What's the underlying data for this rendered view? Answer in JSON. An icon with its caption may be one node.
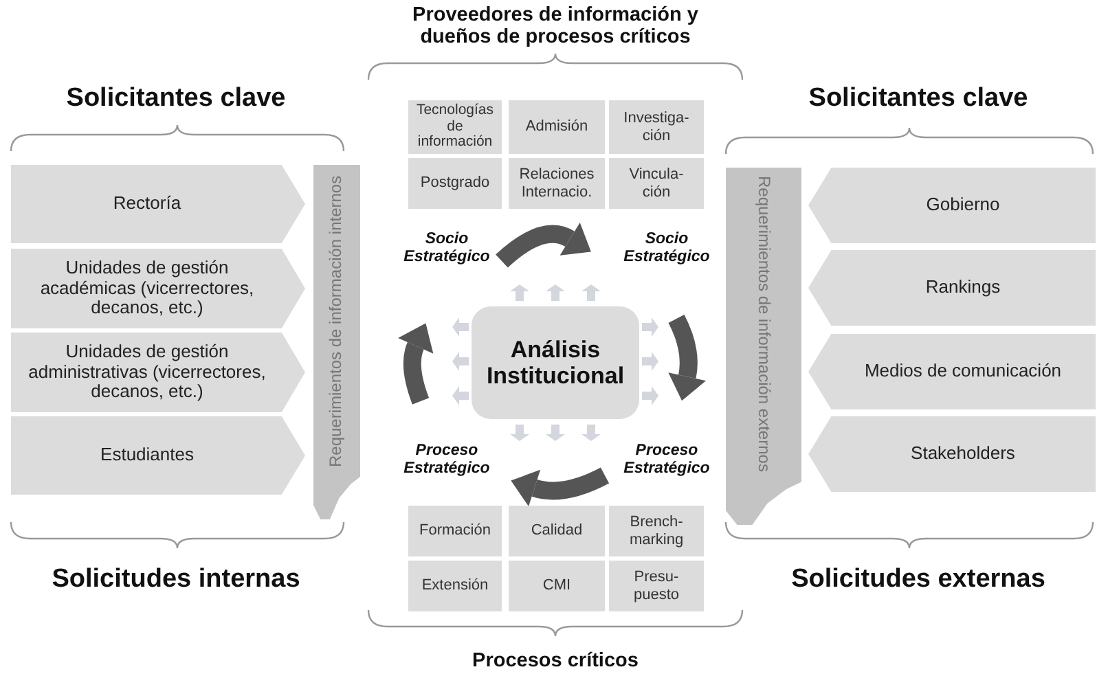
{
  "diagram": {
    "nodes": [
      {
        "text": [
          "Rectoría"
        ]
      },
      {
        "text": [
          "Unidades de gestión académicas (vicerrectores, decanos, etc.)"
        ]
      },
      {
        "text": [
          "Unidades de gestión administrativas (vicerrectores, decanos, etc.)"
        ]
      },
      {
        "text": [
          "Estudiantes"
        ]
      },
      {
        "text": [
          "Requerimientos de información internos"
        ]
      },
      {
        "text": [
          "Tecnologías de información"
        ]
      },
      {
        "text": [
          "Admisión"
        ]
      },
      {
        "text": [
          "Investiga- ción"
        ]
      },
      {
        "text": [
          "Postgrado"
        ]
      },
      {
        "text": [
          "Relaciones Internacio."
        ]
      },
      {
        "text": [
          "Vincula- ción"
        ]
      },
      {
        "text": [
          "Análisis Institucional"
        ]
      },
      {
        "text": [
          "Requerimientos de información externos"
        ]
      },
      {
        "text": [
          "Gobierno"
        ]
      },
      {
        "text": [
          "Rankings"
        ]
      },
      {
        "text": [
          "Medios de comunicación"
        ]
      },
      {
        "text": [
          "Stakeholders"
        ]
      },
      {
        "text": [
          "Formación"
        ]
      },
      {
        "text": [
          "Calidad"
        ]
      },
      {
        "text": [
          "Brench- marking"
        ]
      },
      {
        "text": [
          "Extensión"
        ]
      },
      {
        "text": [
          "CMI"
        ]
      },
      {
        "text": [
          "Presu- puesto"
        ]
      }
    ],
    "labels": [
      "Proveedores de información y dueños de procesos críticos",
      "Solicitantes clave",
      "Solicitantes clave",
      "Socio Estratégico",
      "Socio Estratégico",
      "Proceso Estratégico",
      "Proceso Estratégico",
      "Solicitudes internas",
      "Solicitudes externas",
      "Procesos críticos"
    ]
  }
}
